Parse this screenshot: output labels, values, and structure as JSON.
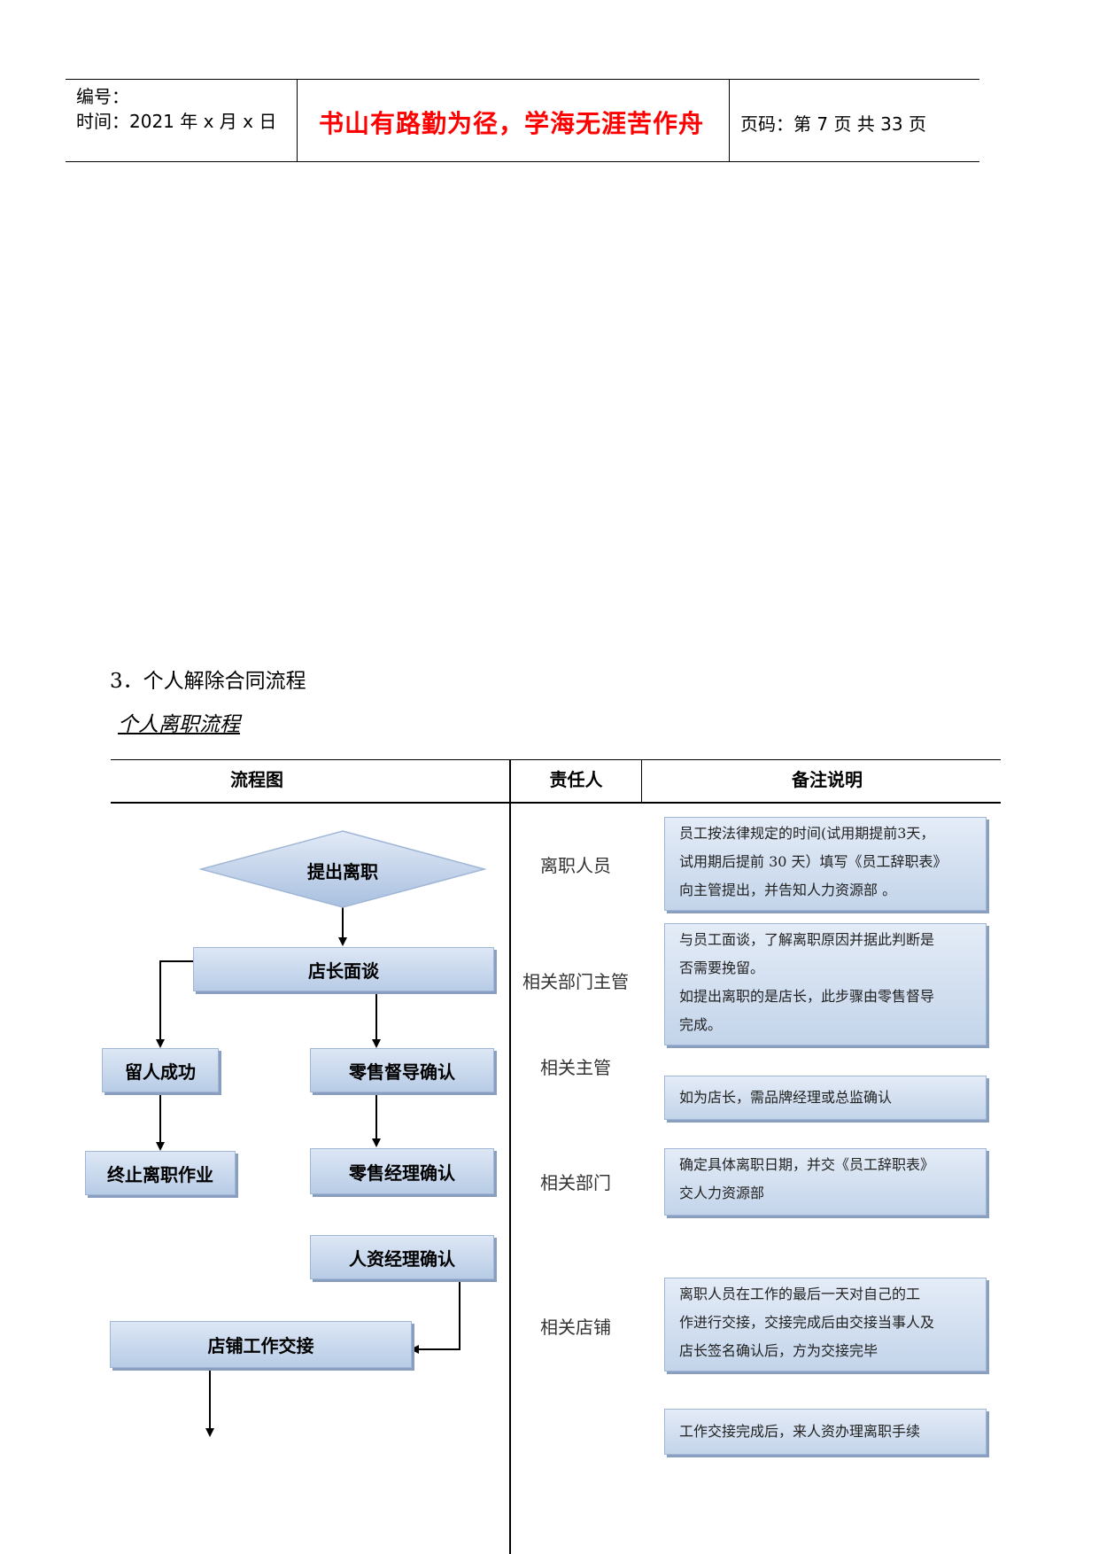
{
  "header": {
    "number_label": "编号：",
    "time_label": "时间：2021 年 x 月 x 日",
    "motto": "书山有路勤为径，学海无涯苦作舟",
    "page_label": "页码：第 7 页  共 33 页"
  },
  "section_heading": "3．个人解除合同流程",
  "subtitle": "个人离职流程",
  "table": {
    "headers": [
      "流程图",
      "责任人",
      "备注说明"
    ],
    "responsible": [
      "离职人员",
      "相关部门主管",
      "相关主管",
      "相关部门",
      "相关店铺"
    ]
  },
  "flow": {
    "diamond": "提出离职",
    "interview": "店长面谈",
    "retain": "留人成功",
    "supervisor": "零售督导确认",
    "terminate": "终止离职作业",
    "manager": "零售经理确认",
    "hr": "人资经理确认",
    "handover": "店铺工作交接"
  },
  "notes": [
    [
      "员工按法律规定的时间(试用期提前3天，",
      "试用期后提前 30 天）填写《员工辞职表》",
      "向主管提出，并告知人力资源部 。"
    ],
    [
      "与员工面谈，了解离职原因并据此判断是",
      "否需要挽留。",
      "如提出离职的是店长，此步骤由零售督导",
      "完成。"
    ],
    [
      "如为店长，需品牌经理或总监确认"
    ],
    [
      "确定具体离职日期，并交《员工辞职表》",
      "交人力资源部"
    ],
    [
      "离职人员在工作的最后一天对自己的工",
      "作进行交接，交接完成后由交接当事人及",
      "店长签名确认后，方为交接完毕"
    ],
    [
      "工作交接完成后，来人资办理离职手续"
    ]
  ]
}
